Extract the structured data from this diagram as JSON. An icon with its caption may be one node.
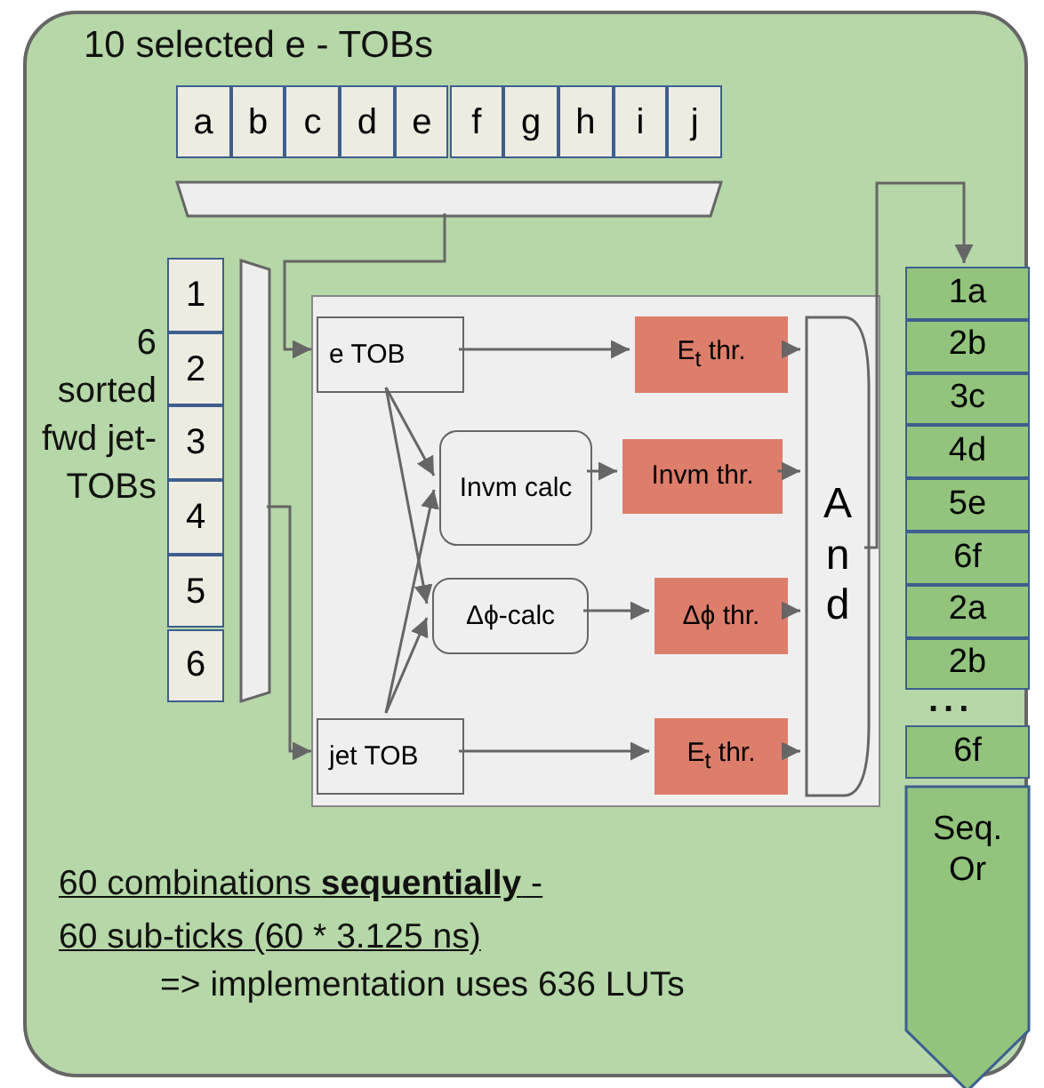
{
  "diagram": {
    "nodes": [
      {
        "text": [],
        "shape": "box"
      },
      {
        "text": [
          "a"
        ],
        "in": 0
      },
      {
        "text": [
          "b"
        ],
        "in": 0
      },
      {
        "text": [
          "c"
        ],
        "in": 0
      },
      {
        "text": [
          "d"
        ],
        "in": 0
      },
      {
        "text": [
          "e"
        ],
        "in": 0
      },
      {
        "text": [
          "f"
        ],
        "in": 0
      },
      {
        "text": [
          "g"
        ],
        "in": 0
      },
      {
        "text": [
          "h"
        ],
        "in": 0
      },
      {
        "text": [
          "i"
        ],
        "in": 0
      },
      {
        "text": [
          "j"
        ],
        "in": 0
      },
      {
        "text": [],
        "shape": "trapezoid",
        "in": 0
      },
      {
        "text": [
          "1"
        ],
        "in": 0
      },
      {
        "text": [
          "2"
        ],
        "in": 0
      },
      {
        "text": [
          "3"
        ],
        "in": 0
      },
      {
        "text": [
          "4"
        ],
        "in": 0
      },
      {
        "text": [
          "5"
        ],
        "in": 0
      },
      {
        "text": [
          "6"
        ],
        "in": 0
      },
      {
        "text": [],
        "shape": "trapezoid",
        "in": 0
      },
      {
        "text": [],
        "shape": "box",
        "in": 0
      },
      {
        "text": [
          "e TOB"
        ],
        "in": 19
      },
      {
        "text": [
          "E$_{t}$ thr."
        ],
        "in": 19
      },
      {
        "text": [
          "Invm calc"
        ],
        "in": 19
      },
      {
        "text": [
          "Invm thr."
        ],
        "in": 19
      },
      {
        "text": [
          "Δϕ-calc"
        ],
        "in": 19
      },
      {
        "text": [
          "Δϕ thr."
        ],
        "in": 19
      },
      {
        "text": [
          "jet TOB"
        ],
        "in": 19
      },
      {
        "text": [
          "E$_{t}$ thr."
        ],
        "in": 19
      },
      {
        "text": [
          "And"
        ],
        "in": 19
      },
      {
        "text": [
          "1a"
        ],
        "in": 0
      },
      {
        "text": [
          "2b"
        ],
        "in": 0
      },
      {
        "text": [
          "3c"
        ],
        "in": 0
      },
      {
        "text": [
          "4d"
        ],
        "in": 0
      },
      {
        "text": [
          "5e"
        ],
        "in": 0
      },
      {
        "text": [
          "6f"
        ],
        "in": 0
      },
      {
        "text": [
          "2a"
        ],
        "in": 0
      },
      {
        "text": [
          "2b"
        ],
        "in": 0
      },
      {
        "text": [
          "6f"
        ],
        "in": 0
      },
      {
        "text": [
          "Seq. Or"
        ],
        "in": 0
      }
    ],
    "edges": [
      {
        "from": 11,
        "to": 20,
        "arrow": "to"
      },
      {
        "from": 18,
        "to": 26,
        "arrow": "to"
      },
      {
        "from": 20,
        "to": 21,
        "arrow": "to"
      },
      {
        "from": 20,
        "to": 22,
        "arrow": "to"
      },
      {
        "from": 20,
        "to": 24,
        "arrow": "to"
      },
      {
        "from": 26,
        "to": 22,
        "arrow": "to"
      },
      {
        "from": 26,
        "to": 24,
        "arrow": "to"
      },
      {
        "from": 26,
        "to": 27,
        "arrow": "to"
      },
      {
        "from": 22,
        "to": 23,
        "arrow": "to"
      },
      {
        "from": 24,
        "to": 25,
        "arrow": "to"
      },
      {
        "from": 21,
        "to": 28,
        "arrow": "to"
      },
      {
        "from": 23,
        "to": 28,
        "arrow": "to"
      },
      {
        "from": 25,
        "to": 28,
        "arrow": "to"
      },
      {
        "from": 27,
        "to": 28,
        "arrow": "to"
      },
      {
        "from": 28,
        "to": 29,
        "arrow": "to"
      }
    ],
    "labels": [
      "10 selected e - TOBs",
      "6 sorted fwd jet-TOBs",
      "...",
      "60 combinations **sequentially** -",
      "60 sub-ticks (60 * 3.125 ns)",
      "=> implementation uses 636 LUTs"
    ]
  }
}
